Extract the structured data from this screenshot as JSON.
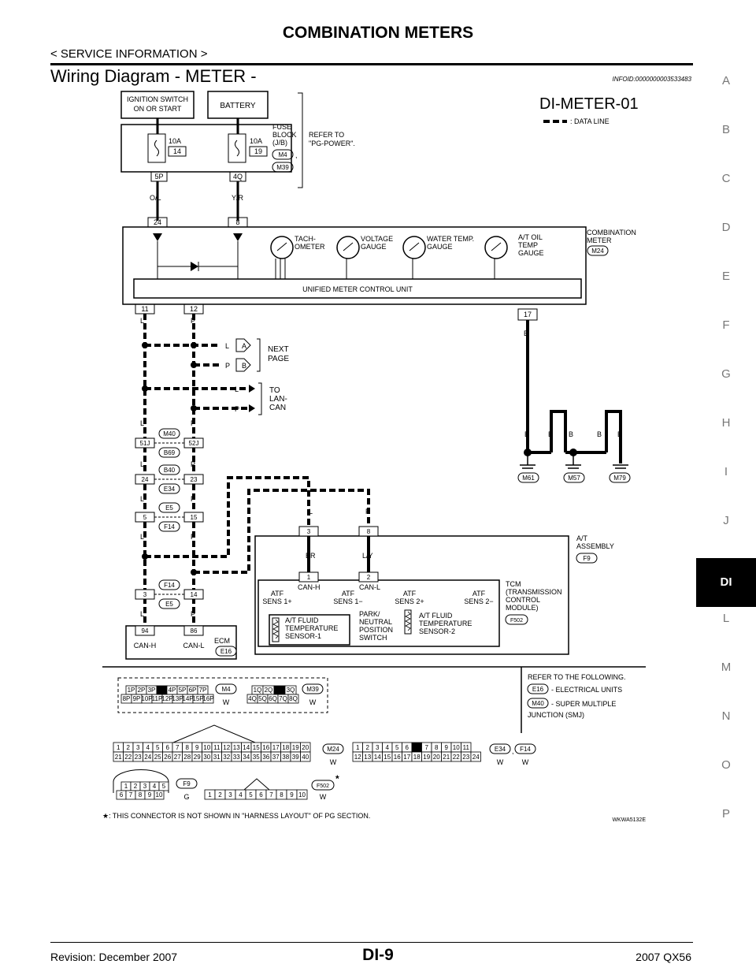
{
  "header": {
    "title": "COMBINATION METERS",
    "subtitle": "< SERVICE INFORMATION >",
    "section_title": "Wiring Diagram - METER -",
    "info_id": "INFOID:0000000003533483"
  },
  "tabs": [
    "A",
    "B",
    "C",
    "D",
    "E",
    "F",
    "G",
    "H",
    "I",
    "J",
    "DI",
    "L",
    "M",
    "N",
    "O",
    "P"
  ],
  "active_tab": "DI",
  "footer": {
    "revision": "Revision: December 2007",
    "page": "DI-9",
    "model": "2007 QX56"
  },
  "diagram": {
    "code": "DI-METER-01",
    "legend_data_line": ": DATA LINE",
    "ignition_line1": "IGNITION SWITCH",
    "ignition_line2": "ON OR START",
    "battery": "BATTERY",
    "fuse1_amp": "10A",
    "fuse1_num": "14",
    "fuse2_amp": "10A",
    "fuse2_num": "19",
    "fuse_block_l1": "FUSE",
    "fuse_block_l2": "BLOCK",
    "fuse_block_l3": "(J/B)",
    "fuse_conn1": "M4",
    "fuse_conn2": "M39",
    "fuse_comma": ",",
    "refer_l1": "REFER TO",
    "refer_l2": "\"PG-POWER\".",
    "pin_5p": "5P",
    "pin_4q": "4Q",
    "wire_ol": "O/L",
    "wire_yr": "Y/R",
    "pin_24": "24",
    "pin_8": "8",
    "gauge_tach_l1": "TACH-",
    "gauge_tach_l2": "OMETER",
    "gauge_volt_l1": "VOLTAGE",
    "gauge_volt_l2": "GAUGE",
    "gauge_water_l1": "WATER TEMP.",
    "gauge_water_l2": "GAUGE",
    "gauge_atoil_l1": "A/T OIL",
    "gauge_atoil_l2": "TEMP",
    "gauge_atoil_l3": "GAUGE",
    "meter_l1": "COMBINATION",
    "meter_l2": "METER",
    "meter_conn": "M24",
    "unified": "UNIFIED METER CONTROL UNIT",
    "pin_11": "11",
    "pin_12": "12",
    "pin_17": "17",
    "wire_l": "L",
    "wire_p": "P",
    "wire_b": "B",
    "conn_a": "A",
    "conn_b": "B",
    "next_l1": "NEXT",
    "next_l2": "PAGE",
    "to_l1": "TO",
    "to_l2": "LAN-",
    "to_l3": "CAN",
    "c_m40": "M40",
    "c_b69": "B69",
    "c_b40": "B40",
    "c_e34": "E34",
    "c_e5": "E5",
    "c_f14": "F14",
    "pin_51j": "51J",
    "pin_52j": "52J",
    "pin_23": "23",
    "pin_5": "5",
    "pin_15": "15",
    "pin_3": "3",
    "pin_14": "14",
    "pin_94": "94",
    "pin_86": "86",
    "ecm_canh": "CAN-H",
    "ecm_canl": "CAN-L",
    "ecm": "ECM",
    "c_e16": "E16",
    "gnd_m61": "M61",
    "gnd_m57": "M57",
    "gnd_m79": "M79",
    "at_l1": "A/T",
    "at_l2": "ASSEMBLY",
    "c_f9": "F9",
    "pin_1": "1",
    "pin_2": "2",
    "wire_br": "BR",
    "wire_ly": "L/Y",
    "tcm_canh": "CAN-H",
    "tcm_canl": "CAN-L",
    "atf_sens1p_l1": "ATF",
    "atf_sens1p_l2": "SENS 1+",
    "atf_sens1m_l1": "ATF",
    "atf_sens1m_l2": "SENS 1−",
    "atf_sens2p_l1": "ATF",
    "atf_sens2p_l2": "SENS 2+",
    "atf_sens2m_l1": "ATF",
    "atf_sens2m_l2": "SENS 2−",
    "tcm_l1": "TCM",
    "tcm_l2": "(TRANSMISSION",
    "tcm_l3": "CONTROL",
    "tcm_l4": "MODULE)",
    "c_f502": "F502",
    "sensor1_l1": "A/T FLUID",
    "sensor1_l2": "TEMPERATURE",
    "sensor1_l3": "SENSOR-1",
    "park_l1": "PARK/",
    "park_l2": "NEUTRAL",
    "park_l3": "POSITION",
    "park_l4": "SWITCH",
    "sensor2_l1": "A/T FLUID",
    "sensor2_l2": "TEMPERATURE",
    "sensor2_l3": "SENSOR-2",
    "ref_following": "REFER TO THE FOLLOWING.",
    "ref_e16": "E16",
    "ref_e16_text": "- ELECTRICAL UNITS",
    "ref_m40": "M40",
    "ref_m40_text": "- SUPER MULTIPLE",
    "ref_m40_text2": "JUNCTION (SMJ)",
    "m4_row1": [
      "1P",
      "2P",
      "3P",
      "",
      "4P",
      "5P",
      "6P",
      "7P"
    ],
    "m4_row2": [
      "8P",
      "9P",
      "10P",
      "11P",
      "12P",
      "13P",
      "14P",
      "15P",
      "16P"
    ],
    "m4_label": "M4",
    "m4_color": "W",
    "m39_row1": [
      "1Q",
      "2Q",
      "",
      "3Q"
    ],
    "m39_row2": [
      "4Q",
      "5Q",
      "6Q",
      "7Q",
      "8Q"
    ],
    "m39_label": "M39",
    "m39_color": "W",
    "m24_row1": [
      "1",
      "2",
      "3",
      "4",
      "5",
      "6",
      "7",
      "8",
      "9",
      "10",
      "11",
      "12",
      "13",
      "14",
      "15",
      "16",
      "17",
      "18",
      "19",
      "20"
    ],
    "m24_row2": [
      "21",
      "22",
      "23",
      "24",
      "25",
      "26",
      "27",
      "28",
      "29",
      "30",
      "31",
      "32",
      "33",
      "34",
      "35",
      "36",
      "37",
      "38",
      "39",
      "40"
    ],
    "m24_label": "M24",
    "m24_color": "W",
    "e34_row1": [
      "1",
      "2",
      "3",
      "4",
      "5",
      "6",
      "",
      "7",
      "8",
      "9",
      "10",
      "11"
    ],
    "e34_row2": [
      "12",
      "13",
      "14",
      "15",
      "16",
      "17",
      "18",
      "19",
      "20",
      "21",
      "22",
      "23",
      "24"
    ],
    "e34_label": "E34",
    "e34_color": "W",
    "f14_label": "F14",
    "f14_color": "W",
    "f9_row1": [
      "1",
      "2",
      "3",
      "4",
      "5"
    ],
    "f9_row2": [
      "6",
      "7",
      "8",
      "9",
      "10"
    ],
    "f9_label": "F9",
    "f9_color": "G",
    "f502_row": [
      "1",
      "2",
      "3",
      "4",
      "5",
      "6",
      "7",
      "8",
      "9",
      "10"
    ],
    "f502_label": "F502",
    "f502_color": "W",
    "star": "*",
    "note": "★: THIS CONNECTOR IS NOT SHOWN IN \"HARNESS LAYOUT\" OF PG SECTION.",
    "figure_id": "WKWA5132E"
  }
}
